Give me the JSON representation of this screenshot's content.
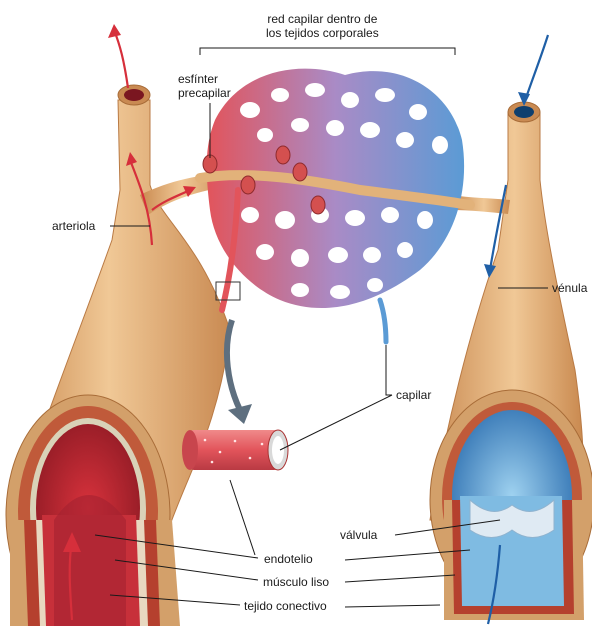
{
  "labels": {
    "capillary_network": [
      "red capilar dentro de",
      "los tejidos corporales"
    ],
    "precapillary_sphincter": [
      "esfínter",
      "precapilar"
    ],
    "arteriole": "arteriola",
    "venule": "vénula",
    "capillary": "capilar",
    "valve": "válvula",
    "endothelium": "endotelio",
    "smooth_muscle": "músculo liso",
    "connective_tissue": "tejido conectivo"
  },
  "colors": {
    "vessel_tan": "#e3b27c",
    "arterial_red": "#e2545b",
    "venous_blue": "#5b9bd5",
    "capillary_purple": "#a98bc6",
    "arrow_red": "#d62f3b",
    "arrow_blue": "#1f5fa6",
    "leader_line": "#1a1a1a"
  }
}
